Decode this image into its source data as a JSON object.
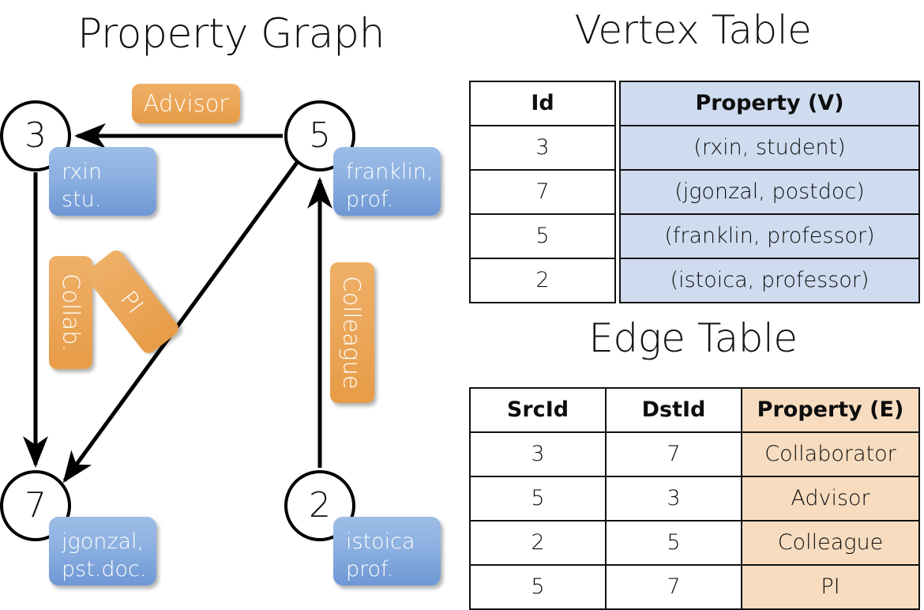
{
  "graph": {
    "title": "Property Graph",
    "vertices": [
      {
        "id": "3",
        "property": "rxin\nstu."
      },
      {
        "id": "5",
        "property": "franklin,\nprof."
      },
      {
        "id": "7",
        "property": "jgonzal,\npst.doc."
      },
      {
        "id": "2",
        "property": "istoica\nprof."
      }
    ],
    "edge_labels": {
      "advisor": "Advisor",
      "collab": "Collab.",
      "pi": "PI",
      "colleague": "Colleague"
    },
    "edges": [
      {
        "src": "5",
        "dst": "3",
        "label": "Advisor"
      },
      {
        "src": "3",
        "dst": "7",
        "label": "Collab."
      },
      {
        "src": "5",
        "dst": "7",
        "label": "PI"
      },
      {
        "src": "2",
        "dst": "5",
        "label": "Colleague"
      }
    ]
  },
  "vertex_table": {
    "title": "Vertex Table",
    "headers": [
      "Id",
      "Property (V)"
    ],
    "rows": [
      {
        "id": "3",
        "property": "(rxin, student)"
      },
      {
        "id": "7",
        "property": "(jgonzal, postdoc)"
      },
      {
        "id": "5",
        "property": "(franklin, professor)"
      },
      {
        "id": "2",
        "property": "(istoica, professor)"
      }
    ]
  },
  "edge_table": {
    "title": "Edge Table",
    "headers": [
      "SrcId",
      "DstId",
      "Property (E)"
    ],
    "rows": [
      {
        "src": "3",
        "dst": "7",
        "property": "Collaborator"
      },
      {
        "src": "5",
        "dst": "3",
        "property": "Advisor"
      },
      {
        "src": "2",
        "dst": "5",
        "property": "Colleague"
      },
      {
        "src": "5",
        "dst": "7",
        "property": "PI"
      }
    ]
  },
  "colors": {
    "vertex_property_blue": "#8cb0e0",
    "edge_label_orange": "#eca85c",
    "vertex_table_header_fill": "#cfdcef",
    "edge_table_header_fill": "#f7dcc0",
    "stroke": "#000000"
  }
}
